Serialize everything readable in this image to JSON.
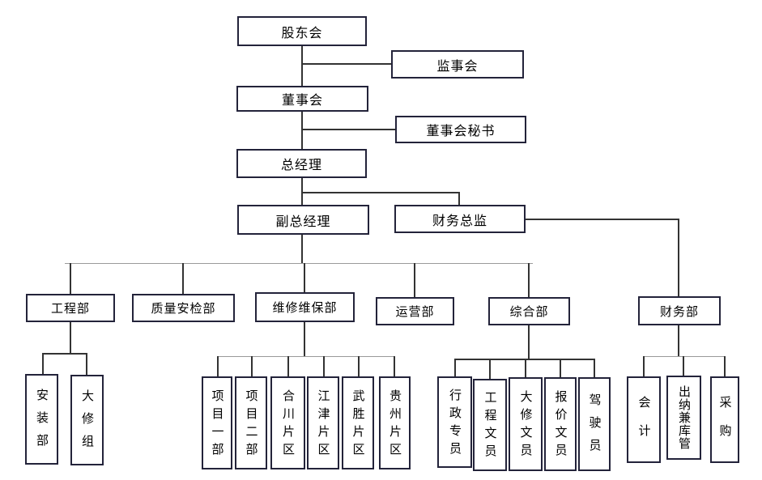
{
  "org": {
    "shareholders": {
      "label": "股东会"
    },
    "supervisory_board": {
      "label": "监事会"
    },
    "board_of_directors": {
      "label": "董事会"
    },
    "board_secretary": {
      "label": "董事会秘书"
    },
    "general_manager": {
      "label": "总经理"
    },
    "deputy_general_manager": {
      "label": "副总经理"
    },
    "finance_director": {
      "label": "财务总监"
    },
    "departments": [
      {
        "label": "工程部",
        "children": [
          {
            "label": "安装部"
          },
          {
            "label": "大修组"
          }
        ]
      },
      {
        "label": "质量安检部",
        "children": []
      },
      {
        "label": "维修维保部",
        "children": [
          {
            "label": "项目一部"
          },
          {
            "label": "项目二部"
          },
          {
            "label": "合川片区"
          },
          {
            "label": "江津片区"
          },
          {
            "label": "武胜片区"
          },
          {
            "label": "贵州片区"
          }
        ]
      },
      {
        "label": "运营部",
        "children": []
      },
      {
        "label": "综合部",
        "children": [
          {
            "label": "行政专员"
          },
          {
            "label": "工程文员"
          },
          {
            "label": "大修文员"
          },
          {
            "label": "报价文员"
          },
          {
            "label": "驾驶员"
          }
        ]
      },
      {
        "label": "财务部",
        "children": [
          {
            "label": "会计"
          },
          {
            "label": "出纳兼库管"
          },
          {
            "label": "采购"
          }
        ]
      }
    ]
  },
  "colors": {
    "background": "#ffffff",
    "box_border": "#23233a",
    "connector": "#333333",
    "text": "#000000"
  }
}
